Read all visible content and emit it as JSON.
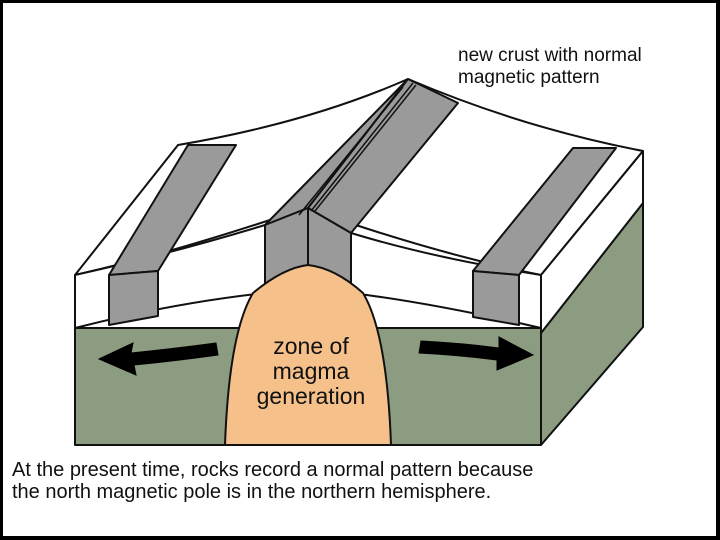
{
  "diagram": {
    "labels": {
      "new_crust_line1": "new crust with normal",
      "new_crust_line2": "magnetic pattern",
      "magma_line1": "zone of",
      "magma_line2": "magma",
      "magma_line3": "generation"
    },
    "caption": {
      "line1": "At the present time, rocks record a normal pattern because",
      "line2": "the north magnetic pole is in the northern hemisphere."
    },
    "colors": {
      "mantle": "#8c9c80",
      "magma": "#f5c08a",
      "normal_stripe": "#9a9a9a",
      "crust": "#ffffff",
      "outline": "#111111"
    },
    "icons": [
      "arrow-left-icon",
      "arrow-right-icon"
    ]
  }
}
